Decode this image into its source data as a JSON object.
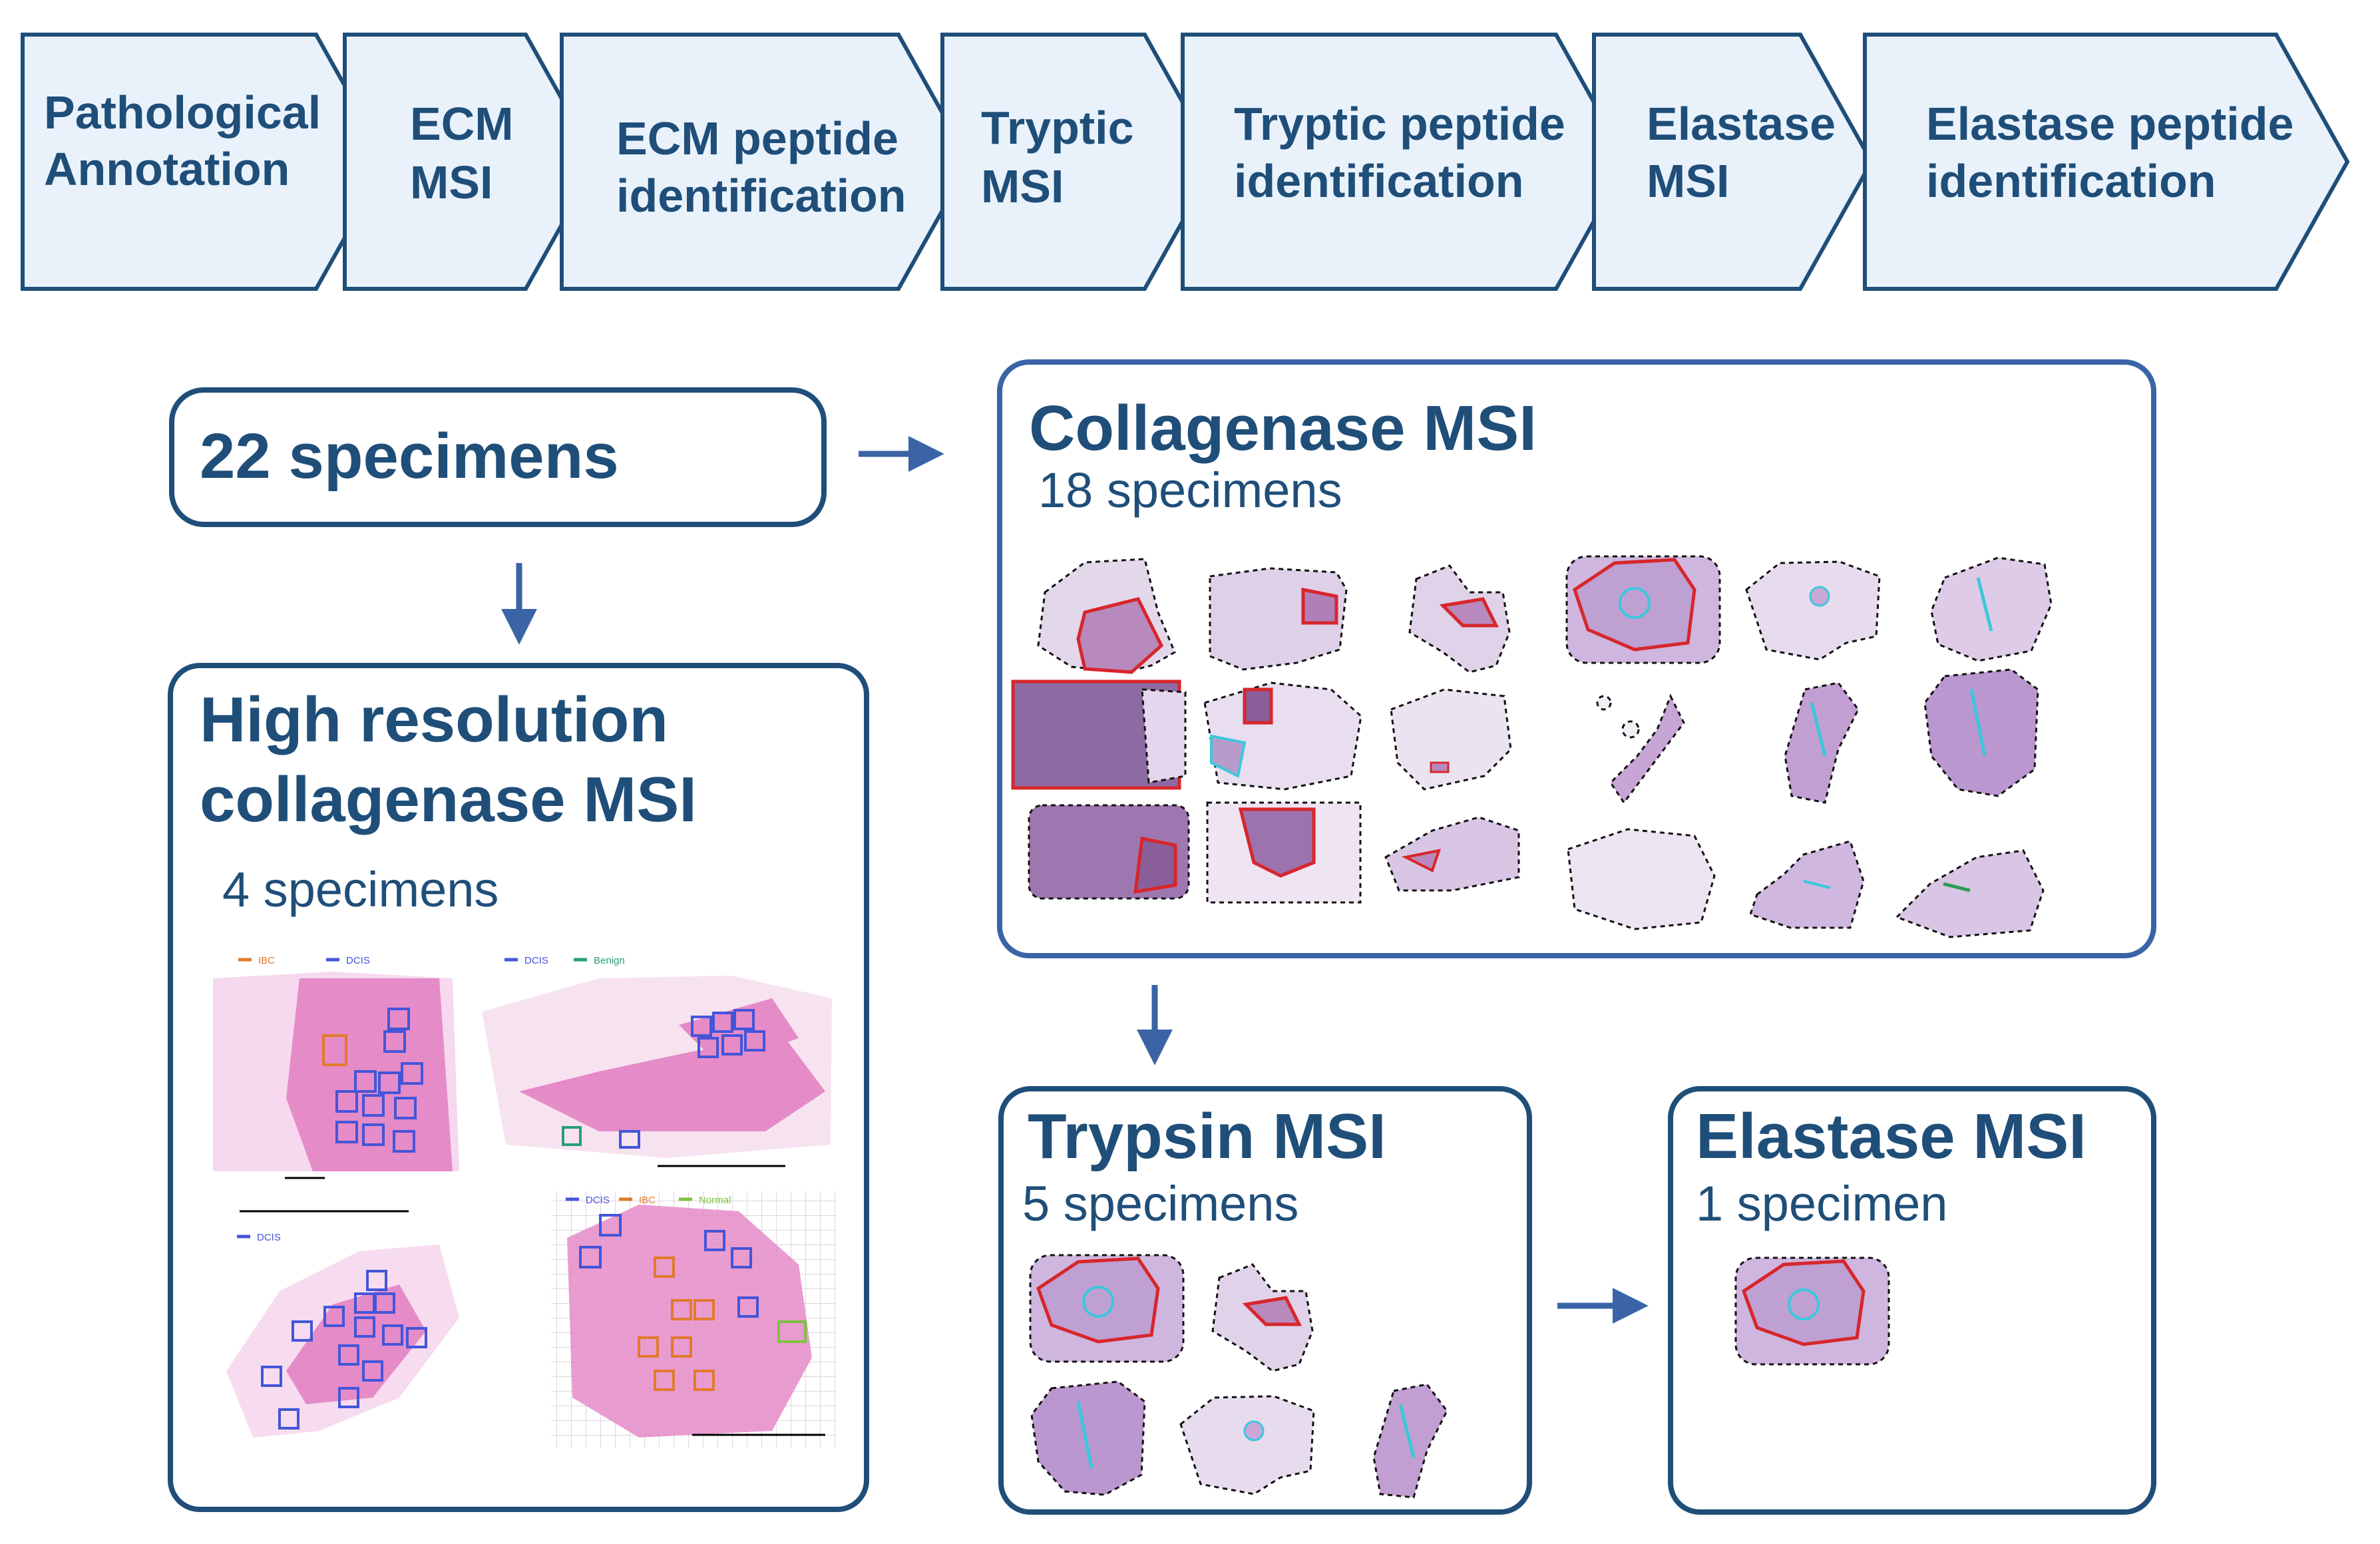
{
  "workflow": {
    "steps": [
      {
        "line1": "Pathological",
        "line2": "Annotation"
      },
      {
        "line1": "ECM",
        "line2": "MSI"
      },
      {
        "line1": "ECM peptide",
        "line2": "identification"
      },
      {
        "line1": "Tryptic",
        "line2": "MSI"
      },
      {
        "line1": "Tryptic peptide",
        "line2": "identification"
      },
      {
        "line1": "Elastase",
        "line2": "MSI"
      },
      {
        "line1": "Elastase peptide",
        "line2": "identification"
      }
    ]
  },
  "specimens_box": {
    "label": "22 specimens"
  },
  "collagenase": {
    "title": "Collagenase MSI",
    "count": "18 specimens"
  },
  "high_res": {
    "title_line1": "High resolution",
    "title_line2": "collagenase MSI",
    "count": "4 specimens",
    "legends": {
      "ibc": "IBC",
      "dcis": "DCIS",
      "benign": "Benign",
      "normal": "Normal"
    }
  },
  "trypsin": {
    "title": "Trypsin MSI",
    "count": "5 specimens"
  },
  "elastase": {
    "title": "Elastase MSI",
    "count": "1 specimen"
  },
  "colors": {
    "border": "#1f4e79",
    "chevron_fill": "#e9f2fb",
    "arrow": "#3a64a6",
    "annotation_red": "#d7262b",
    "annotation_cyan": "#3cc7dc",
    "he_pink": "#e58bc8",
    "tissue_lilac": "#cfb6de"
  }
}
